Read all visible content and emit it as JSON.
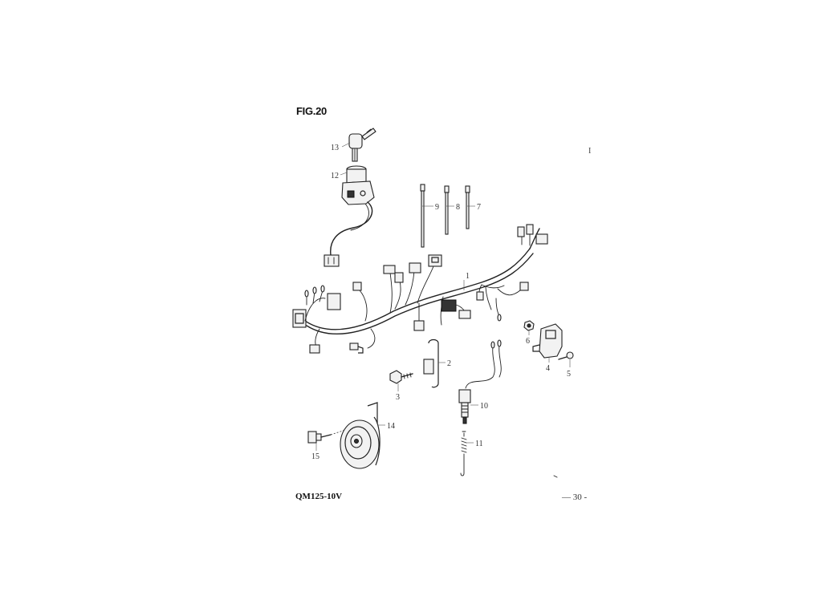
{
  "figure": {
    "title": "FIG.20",
    "model": "QM125-10V",
    "page_number": "— 30 -",
    "corner_mark": "I"
  },
  "callouts": [
    {
      "id": "1",
      "label": "1"
    },
    {
      "id": "2",
      "label": "2"
    },
    {
      "id": "3",
      "label": "3"
    },
    {
      "id": "4",
      "label": "4"
    },
    {
      "id": "5",
      "label": "5"
    },
    {
      "id": "6",
      "label": "6"
    },
    {
      "id": "7",
      "label": "7"
    },
    {
      "id": "8",
      "label": "8"
    },
    {
      "id": "9",
      "label": "9"
    },
    {
      "id": "10",
      "label": "10"
    },
    {
      "id": "11",
      "label": "11"
    },
    {
      "id": "12",
      "label": "12"
    },
    {
      "id": "13",
      "label": "13"
    },
    {
      "id": "14",
      "label": "14"
    },
    {
      "id": "15",
      "label": "15"
    }
  ]
}
